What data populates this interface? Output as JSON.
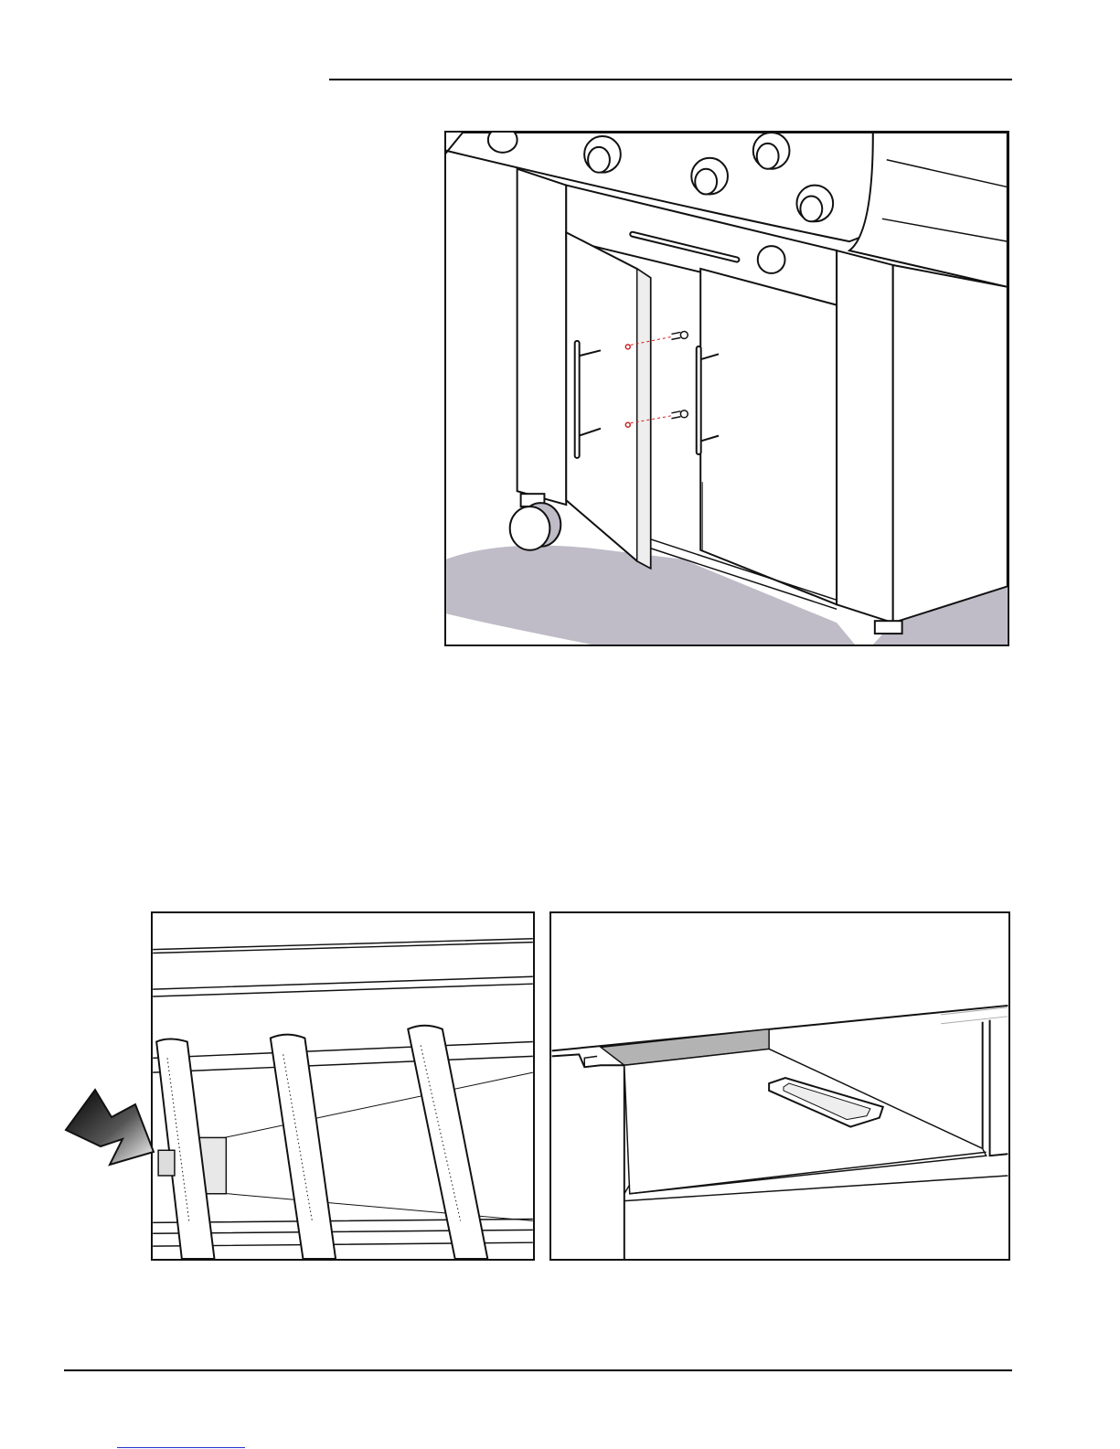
{
  "page": {
    "figures": [
      {
        "id": "door-assembly",
        "callout_text": ""
      },
      {
        "id": "burner-tubes"
      },
      {
        "id": "grease-tray"
      }
    ],
    "colors": {
      "floor_shadow": "#bfbcc8",
      "line": "#111111",
      "panel_fill": "#ffffff",
      "tray_gray": "#b3b3b3",
      "arrow_dark": "#111111",
      "footer_link": "#2233cc"
    },
    "icons": [
      "arrow-icon"
    ]
  }
}
